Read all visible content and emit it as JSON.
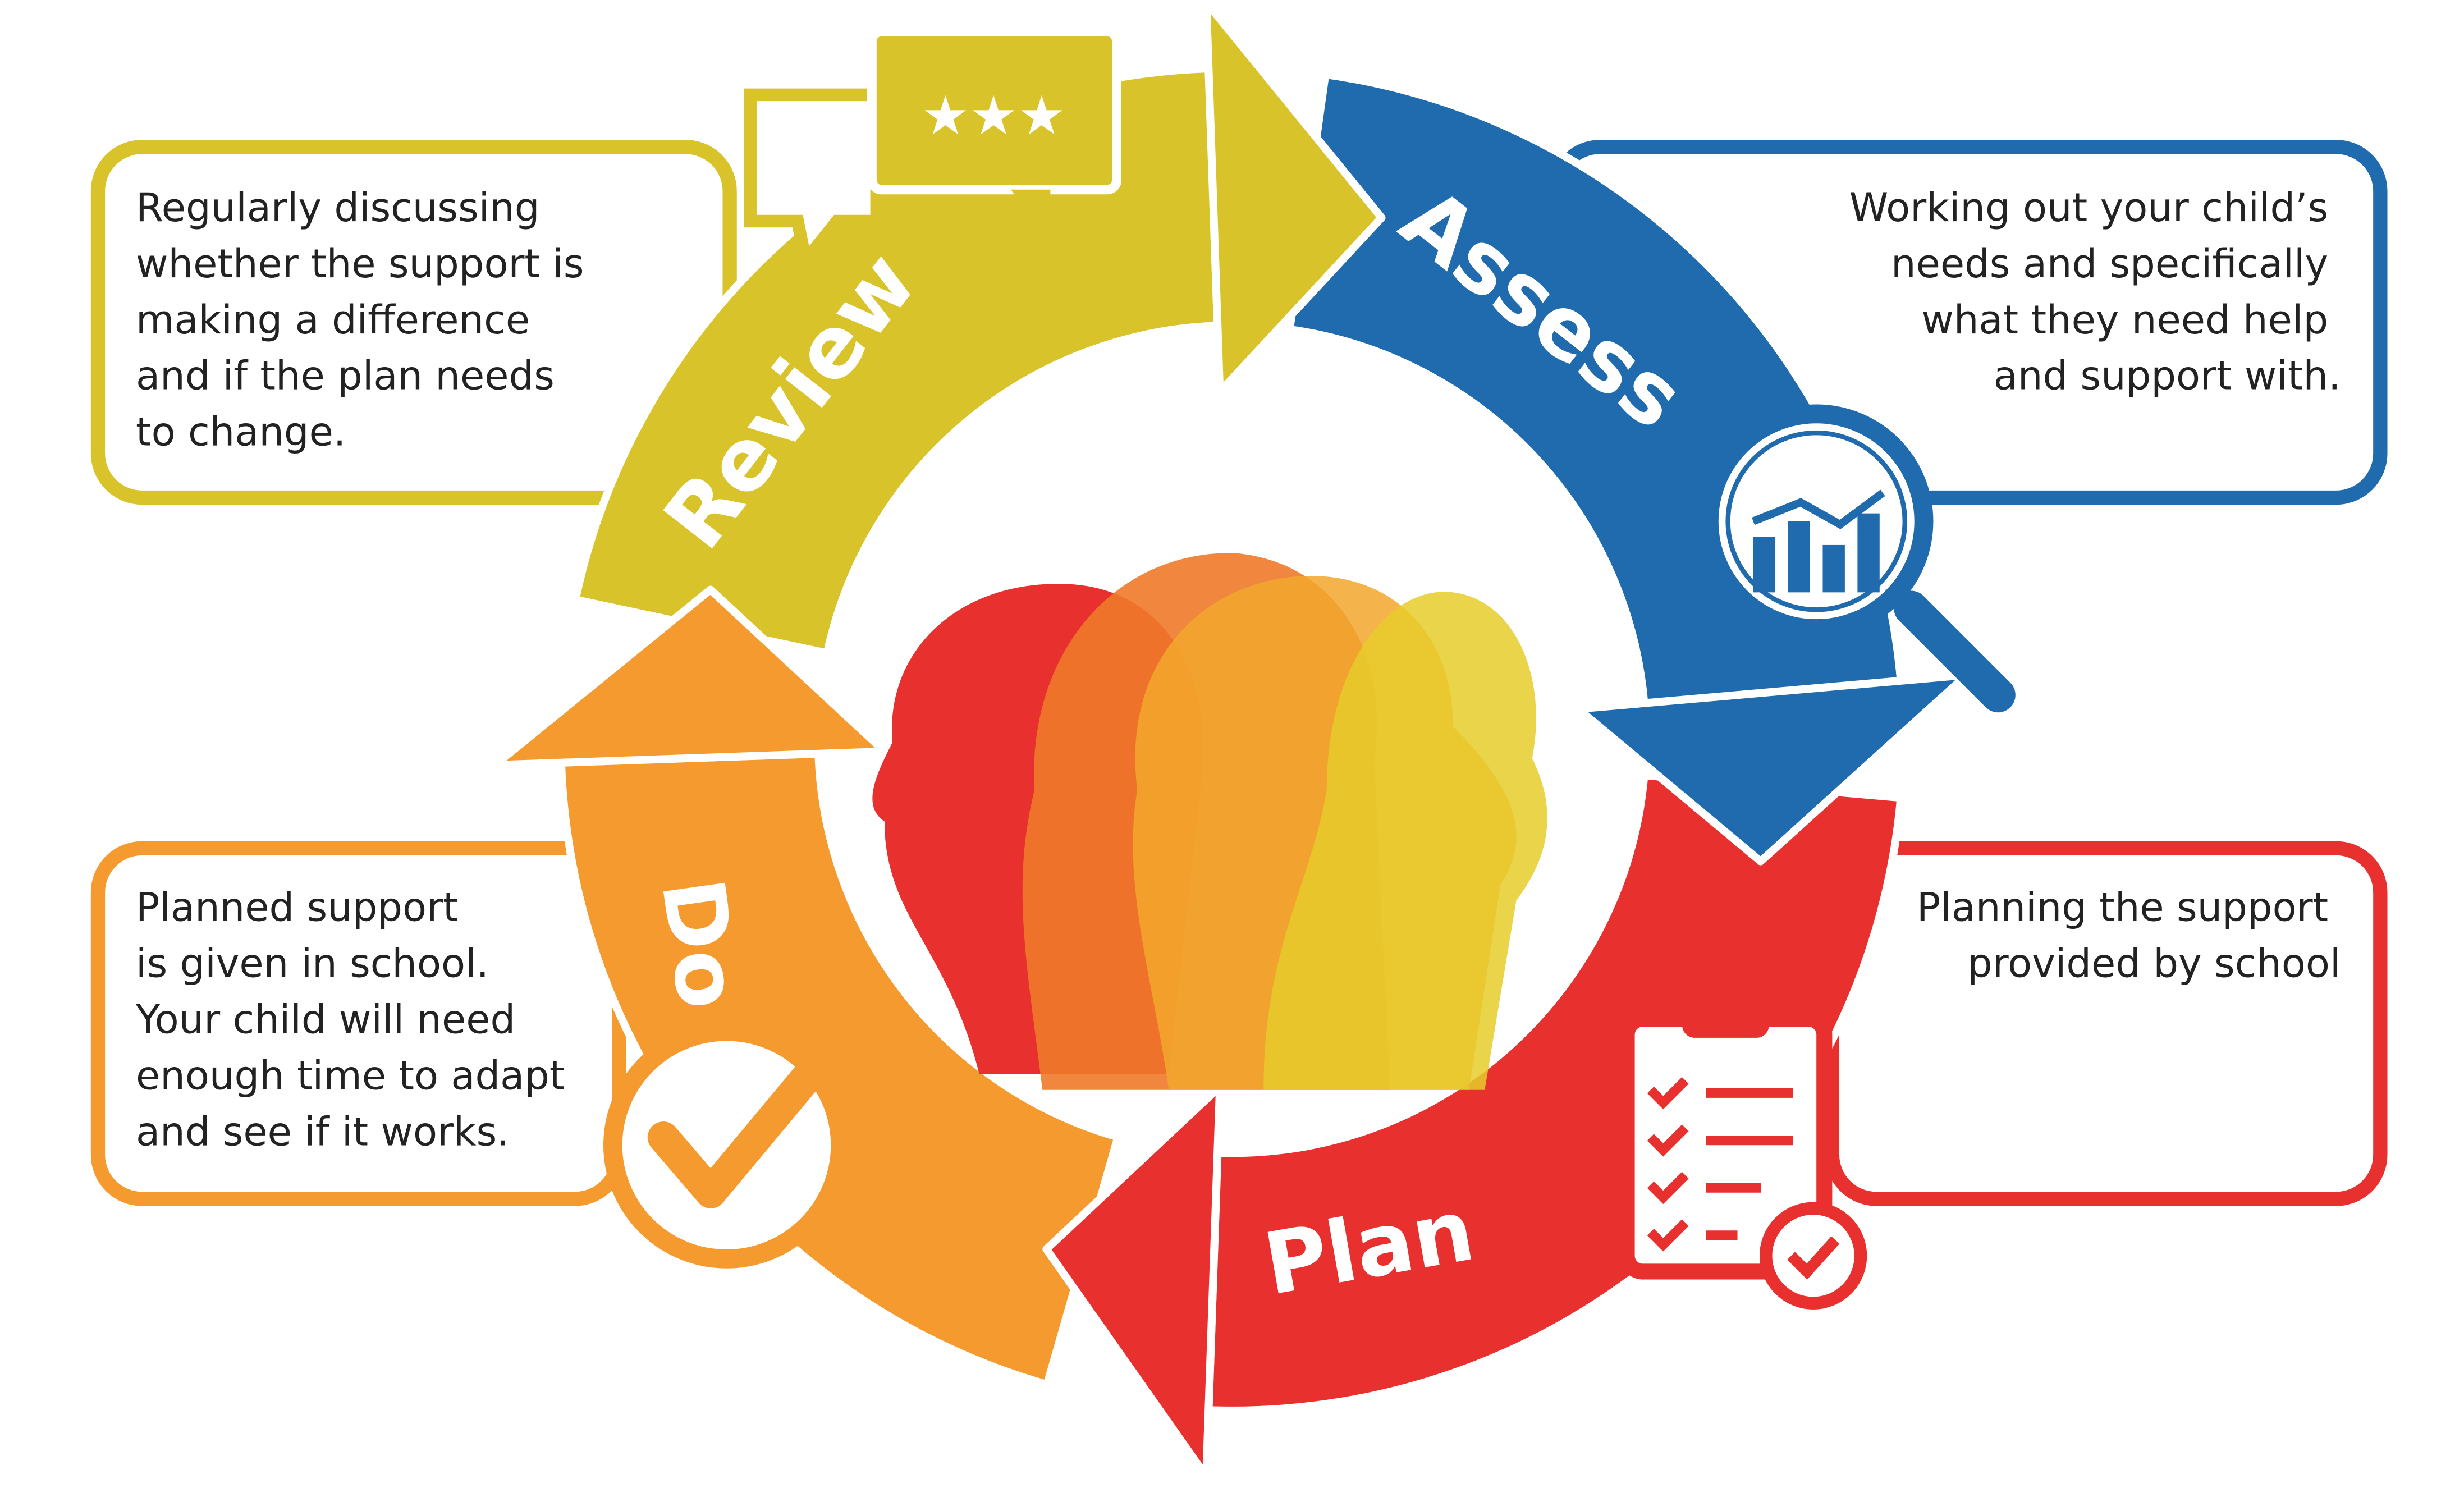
{
  "title": "Assess, Plan, Do, Review cycle",
  "colors": {
    "review": "#D8C32B",
    "assess": "#1F6BAE",
    "plan": "#E8302F",
    "do": "#F59A2E"
  },
  "stages": {
    "review": {
      "label": "Review",
      "lines": [
        "Regularly discussing",
        "whether the support is",
        "making a difference",
        "and if the plan needs",
        "to change."
      ],
      "icon": "speech-bubbles-stars-icon"
    },
    "assess": {
      "label": "Assess",
      "lines": [
        "Working out your child’s",
        "needs and specifically",
        "what they need help",
        "and support with."
      ],
      "icon": "magnifier-chart-icon"
    },
    "plan": {
      "label": "Plan",
      "lines": [
        "Planning the support",
        "provided by school"
      ],
      "icon": "clipboard-checklist-icon"
    },
    "do": {
      "label": "Do",
      "lines": [
        "Planned support",
        "is given in school.",
        "Your child will need",
        "enough time to adapt",
        "and see if it works."
      ],
      "icon": "check-circle-icon"
    }
  }
}
